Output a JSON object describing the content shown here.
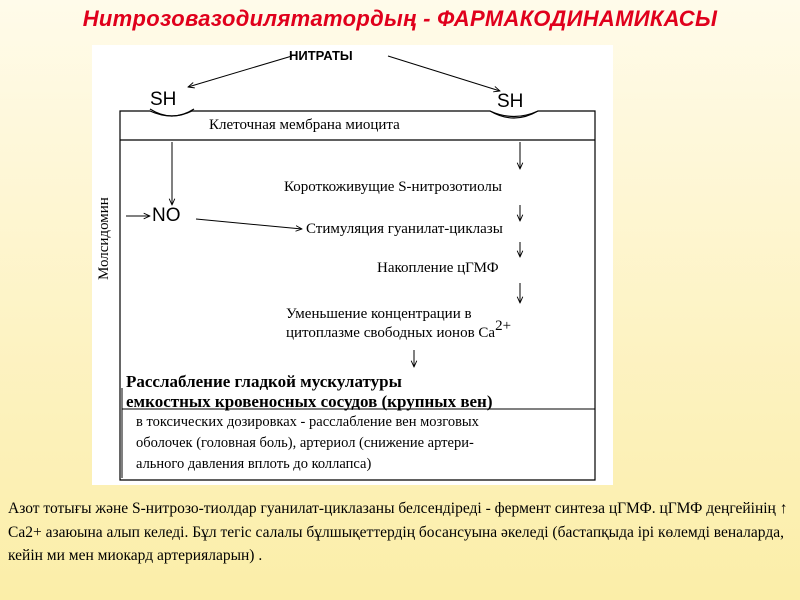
{
  "title": "Нитрозовазодилятатордың - ФАРМАКОДИНАМИКАСЫ",
  "diagram": {
    "nitrates": "НИТРАТЫ",
    "sh_left": "SH",
    "sh_right": "SH",
    "membrane": "Клеточная мембрана миоцита",
    "molsidomine": "Молсидомин",
    "no": "NO",
    "steps": {
      "s_nitrosothiols": "Короткоживущие S-нитрозотиолы",
      "guanylate_cyclase": "Стимуляция гуанилат-циклазы",
      "cgmp": "Накопление цГМФ",
      "ca_line1": "Уменьшение концентрации в",
      "ca_line2": "цитоплазме свободных ионов Са",
      "ca_sup": "2+"
    },
    "relaxation_line1": "Расслабление гладкой мускулатуры",
    "relaxation_line2": "емкостных кровеносных сосудов (крупных вен)",
    "toxic_line1": "в токсических дозировках - расслабление вен мозговых",
    "toxic_line2": "оболочек (головная боль), артериол (снижение артери-",
    "toxic_line3": "ального давления вплоть до коллапса)"
  },
  "caption": "Азот тотығы және S-нитрозо-тиолдар гуанилат-циклазаны белсендіреді - фермент синтеза цГМФ. цГМФ деңгейінің ↑ Са2+ азаюына алып келеді. Бұл тегіс салалы бұлшықеттердің босансуына әкеледі (бастапқыда ірі көлемді веналарда, кейін ми мен миокард артерияларын) ."
}
